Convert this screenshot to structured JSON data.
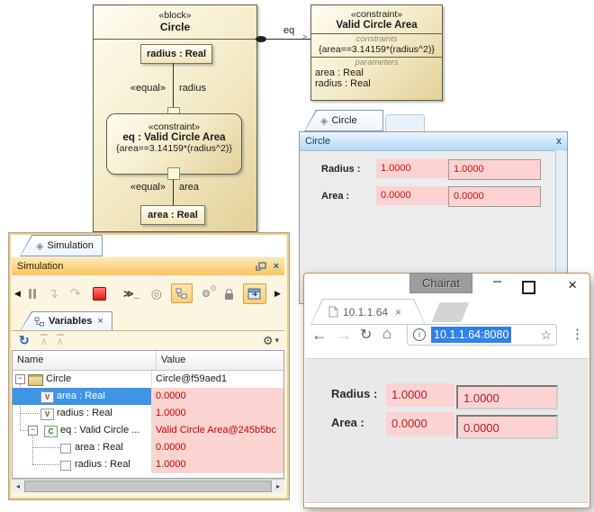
{
  "diagram": {
    "circle_block": {
      "stereotype": "«block»",
      "name": "Circle",
      "radius_part": "radius : Real",
      "area_part": "area : Real",
      "equal_stereotype_top": "«equal»",
      "radius_end_label": "radius",
      "equal_stereotype_bottom": "«equal»",
      "area_end_label": "area",
      "constraint_property": {
        "stereotype": "«constraint»",
        "name": "eq : Valid Circle Area",
        "expression": "{area==3.14159*(radius^2)}"
      }
    },
    "constraint_block": {
      "stereotype": "«constraint»",
      "name": "Valid Circle Area",
      "constraints_compartment_label": "constraints",
      "expression": "{area==3.14159*(radius^2)}",
      "parameters_compartment_label": "parameters",
      "parameters": [
        "area : Real",
        "radius : Real"
      ]
    },
    "connector_name": "eq"
  },
  "circle_ui_panel": {
    "tab_label": "Circle",
    "title": "Circle",
    "close_glyph": "x",
    "fields": [
      {
        "label": "Radius :",
        "value": "1.0000",
        "input_value": "1.0000"
      },
      {
        "label": "Area :",
        "value": "0.0000",
        "input_value": "0.0000"
      }
    ]
  },
  "simulation_panel": {
    "tab_label": "Simulation",
    "title": "Simulation",
    "title_close": "×",
    "variables_tab_label": "Variables",
    "variables_tab_close": "×",
    "columns": {
      "name": "Name",
      "value": "Value"
    },
    "tree_rows": [
      {
        "name": "Circle",
        "value": "Circle@f59aed1"
      },
      {
        "name": "area : Real",
        "value": "0.0000"
      },
      {
        "name": "radius : Real",
        "value": "1.0000"
      },
      {
        "name": "eq : Valid Circle ...",
        "value": "Valid Circle Area@245b5bc"
      },
      {
        "name": "area : Real",
        "value": "0.0000"
      },
      {
        "name": "radius : Real",
        "value": "1.0000"
      }
    ]
  },
  "browser": {
    "overlay_label": "Chairat",
    "tab_title": "10.1.1.64",
    "tab_close": "×",
    "url": "10.1.1.64:8080",
    "fields": [
      {
        "label": "Radius :",
        "value": "1.0000",
        "input_value": "1.0000"
      },
      {
        "label": "Area :",
        "value": "0.0000",
        "input_value": "0.0000"
      }
    ]
  },
  "glyphs": {
    "tab_icon": "◈",
    "collapse": "−",
    "value_property": "V",
    "constraint_property": "C",
    "left_scroll": "◀",
    "right_scroll": "▶",
    "console": "≫_",
    "animation_target": "◎",
    "step_into": "↴",
    "step_over": "↷",
    "collapse_all": "∧",
    "refresh": "↻",
    "gear": "⚙",
    "gear_caret": "▾",
    "back": "←",
    "forward": "→",
    "reload": "↻",
    "home": "⌂",
    "star": "☆",
    "menu": "⋮",
    "minimize": "–",
    "info": "i",
    "scroll_left_small": "◂",
    "scroll_right_small": "▸"
  },
  "colors": {
    "block_fill": "#eee3b9",
    "error_bg": "#fbd3d1",
    "error_text": "#cc0000",
    "selection_bg": "#3e95e5",
    "sim_titlebar": "#f9c35f",
    "circle_titlebar": "#b4d7f2",
    "url_selection": "#2f81e8"
  }
}
